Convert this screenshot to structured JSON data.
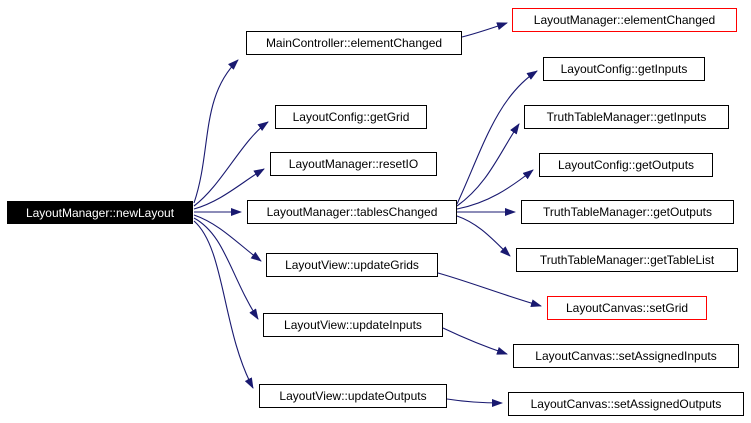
{
  "diagram": {
    "type": "call-graph",
    "colors": {
      "background": "#ffffff",
      "edge": "#191970",
      "node_border": "#000000",
      "node_background": "#ffffff",
      "node_text": "#000000",
      "highlight_border": "#ff0000",
      "root_background": "#000000",
      "root_text": "#ffffff"
    },
    "nodes": {
      "newLayout": {
        "label": "LayoutManager::newLayout",
        "style": "root"
      },
      "mainCtrlElemChg": {
        "label": "MainController::elementChanged",
        "style": "normal"
      },
      "lmElemChg": {
        "label": "LayoutManager::elementChanged",
        "style": "highlight"
      },
      "lcGetGrid": {
        "label": "LayoutConfig::getGrid",
        "style": "normal"
      },
      "lmResetIO": {
        "label": "LayoutManager::resetIO",
        "style": "normal"
      },
      "lmTablesChg": {
        "label": "LayoutManager::tablesChanged",
        "style": "normal"
      },
      "lvUpdGrids": {
        "label": "LayoutView::updateGrids",
        "style": "normal"
      },
      "lvUpdInputs": {
        "label": "LayoutView::updateInputs",
        "style": "normal"
      },
      "lvUpdOutputs": {
        "label": "LayoutView::updateOutputs",
        "style": "normal"
      },
      "lcGetInputs": {
        "label": "LayoutConfig::getInputs",
        "style": "normal"
      },
      "ttmGetInputs": {
        "label": "TruthTableManager::getInputs",
        "style": "normal"
      },
      "lcGetOutputs": {
        "label": "LayoutConfig::getOutputs",
        "style": "normal"
      },
      "ttmGetOutputs": {
        "label": "TruthTableManager::getOutputs",
        "style": "normal"
      },
      "ttmGetTableList": {
        "label": "TruthTableManager::getTableList",
        "style": "normal"
      },
      "lcvSetGrid": {
        "label": "LayoutCanvas::setGrid",
        "style": "highlight"
      },
      "lcvSetAssIn": {
        "label": "LayoutCanvas::setAssignedInputs",
        "style": "normal"
      },
      "lcvSetAssOut": {
        "label": "LayoutCanvas::setAssignedOutputs",
        "style": "normal"
      }
    },
    "edges": [
      {
        "from": "LayoutManager::newLayout",
        "to": "MainController::elementChanged"
      },
      {
        "from": "LayoutManager::newLayout",
        "to": "LayoutConfig::getGrid"
      },
      {
        "from": "LayoutManager::newLayout",
        "to": "LayoutManager::resetIO"
      },
      {
        "from": "LayoutManager::newLayout",
        "to": "LayoutManager::tablesChanged"
      },
      {
        "from": "LayoutManager::newLayout",
        "to": "LayoutView::updateGrids"
      },
      {
        "from": "LayoutManager::newLayout",
        "to": "LayoutView::updateInputs"
      },
      {
        "from": "LayoutManager::newLayout",
        "to": "LayoutView::updateOutputs"
      },
      {
        "from": "MainController::elementChanged",
        "to": "LayoutManager::elementChanged"
      },
      {
        "from": "LayoutManager::tablesChanged",
        "to": "LayoutConfig::getInputs"
      },
      {
        "from": "LayoutManager::tablesChanged",
        "to": "TruthTableManager::getInputs"
      },
      {
        "from": "LayoutManager::tablesChanged",
        "to": "LayoutConfig::getOutputs"
      },
      {
        "from": "LayoutManager::tablesChanged",
        "to": "TruthTableManager::getOutputs"
      },
      {
        "from": "LayoutManager::tablesChanged",
        "to": "TruthTableManager::getTableList"
      },
      {
        "from": "LayoutView::updateGrids",
        "to": "LayoutCanvas::setGrid"
      },
      {
        "from": "LayoutView::updateInputs",
        "to": "LayoutCanvas::setAssignedInputs"
      },
      {
        "from": "LayoutView::updateOutputs",
        "to": "LayoutCanvas::setAssignedOutputs"
      }
    ]
  }
}
